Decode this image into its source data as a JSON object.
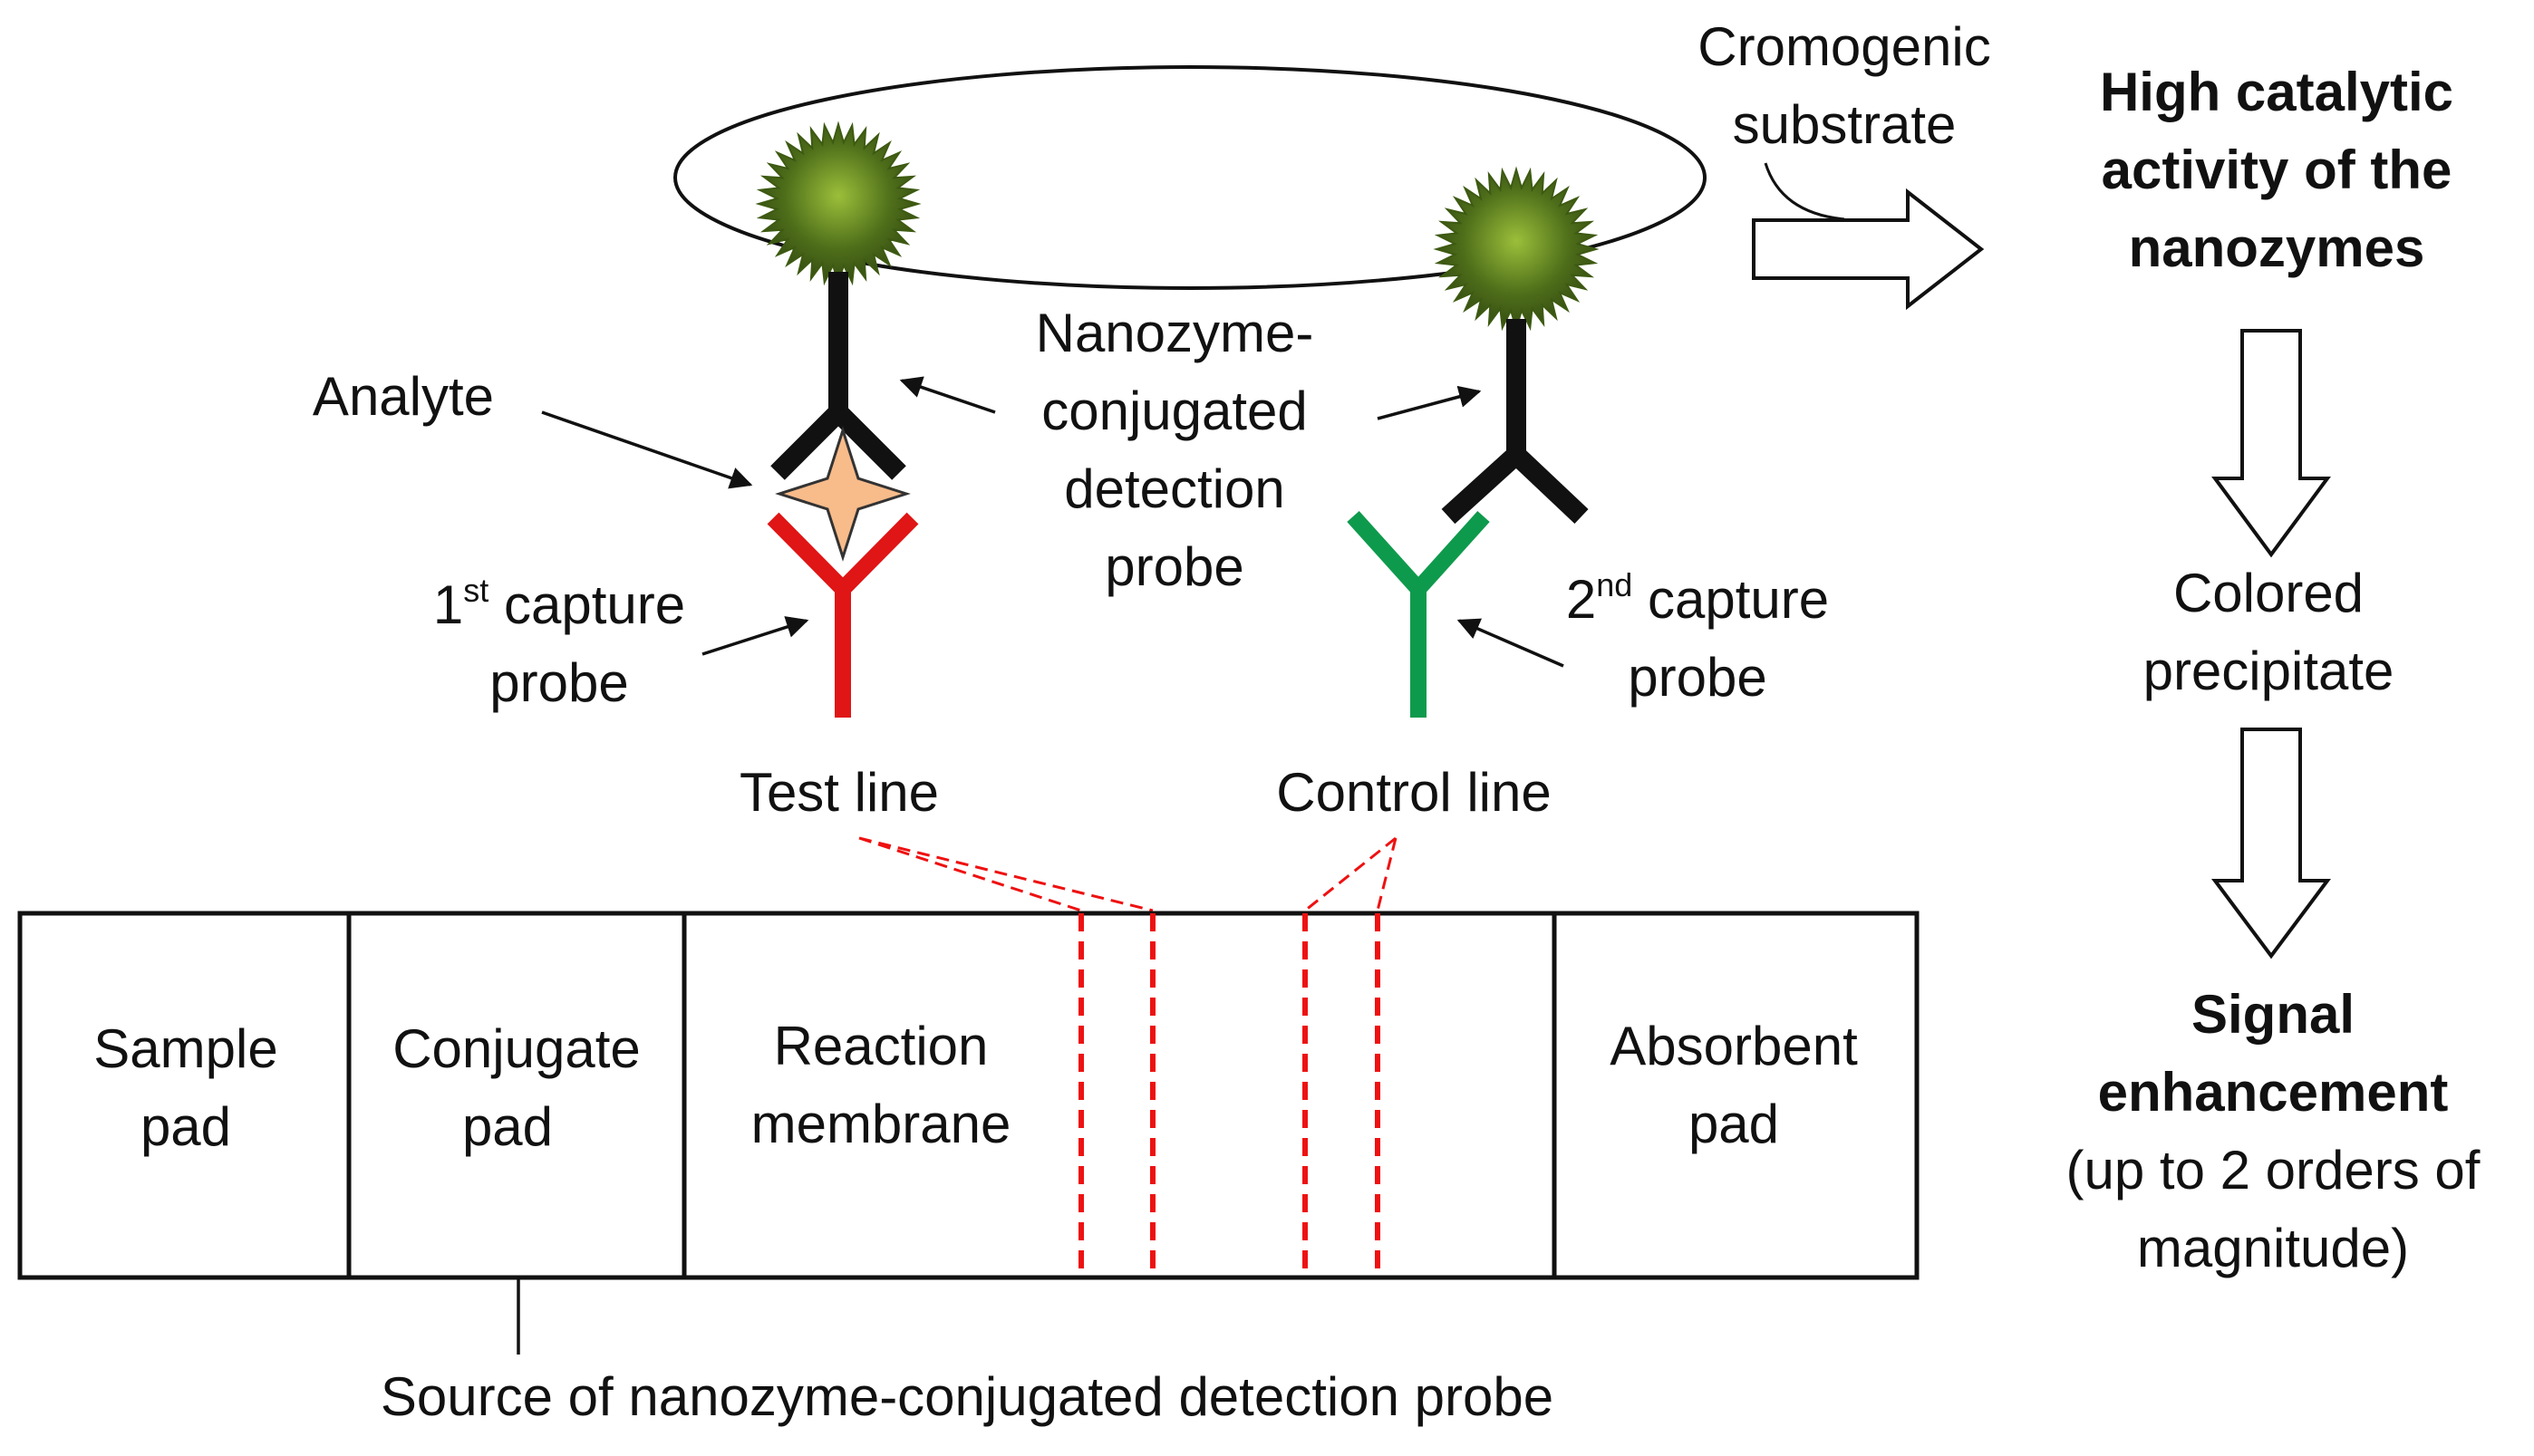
{
  "labels": {
    "cromogenic_1": "Cromogenic",
    "cromogenic_2": "substrate",
    "high_1": "High catalytic",
    "high_2": "activity of the",
    "high_3": "nanozymes",
    "nanozyme_1": "Nanozyme-",
    "nanozyme_2": "conjugated",
    "nanozyme_3": "detection",
    "nanozyme_4": "probe",
    "analyte": "Analyte",
    "capture1_num": "1",
    "capture1_sup": "st",
    "capture1_rest": " capture",
    "capture1_2": "probe",
    "capture2_num": "2",
    "capture2_sup": "nd",
    "capture2_rest": " capture",
    "capture2_2": "probe",
    "test_line": "Test line",
    "control_line": "Control line",
    "colored_1": "Colored",
    "colored_2": "precipitate",
    "signal_1": "Signal",
    "signal_2": "enhancement",
    "signal_3": "(up to 2 orders of",
    "signal_4": "magnitude)",
    "source": "Source of nanozyme-conjugated detection probe"
  },
  "strip": {
    "sample_1": "Sample",
    "sample_2": "pad",
    "conjugate_1": "Conjugate",
    "conjugate_2": "pad",
    "reaction_1": "Reaction",
    "reaction_2": "membrane",
    "absorbent_1": "Absorbent",
    "absorbent_2": "pad"
  },
  "colors": {
    "first_capture": "#e01515",
    "second_capture": "#0e9a4c",
    "detection_antibody": "#111111",
    "analyte_fill": "#f8bb8a",
    "nanozyme": "#5a7d1e",
    "line_marker": "#ee1111"
  },
  "icons": [
    "nanozyme-particle-icon",
    "antibody-icon",
    "analyte-star-icon",
    "hollow-arrow-icon"
  ]
}
